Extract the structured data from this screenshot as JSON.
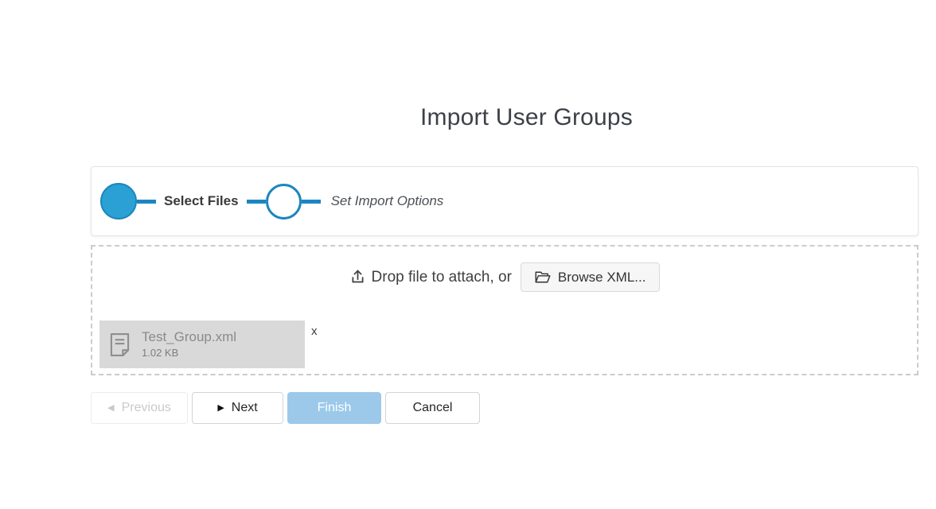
{
  "page": {
    "title": "Import User Groups"
  },
  "stepper": {
    "steps": [
      {
        "label": "Select Files",
        "state": "active"
      },
      {
        "label": "Set Import Options",
        "state": "upcoming"
      }
    ]
  },
  "dropzone": {
    "prompt": "Drop file to attach, or",
    "browse_label": "Browse XML...",
    "file": {
      "name": "Test_Group.xml",
      "size": "1.02 KB",
      "remove_label": "x"
    }
  },
  "buttons": {
    "previous": "Previous",
    "next": "Next",
    "finish": "Finish",
    "cancel": "Cancel"
  },
  "icons": {
    "previous_arrow": "◀",
    "next_arrow": "▶",
    "upload": "upload-icon",
    "browse_folder": "folder-open-icon",
    "file_document": "document-icon"
  },
  "colors": {
    "accent_blue": "#1d86c0",
    "step_fill_blue": "#2ba0d4",
    "finish_disabled_blue": "#9cc9ea",
    "chip_gray": "#d9d9d9",
    "dash_border_gray": "#cbcbcb"
  }
}
